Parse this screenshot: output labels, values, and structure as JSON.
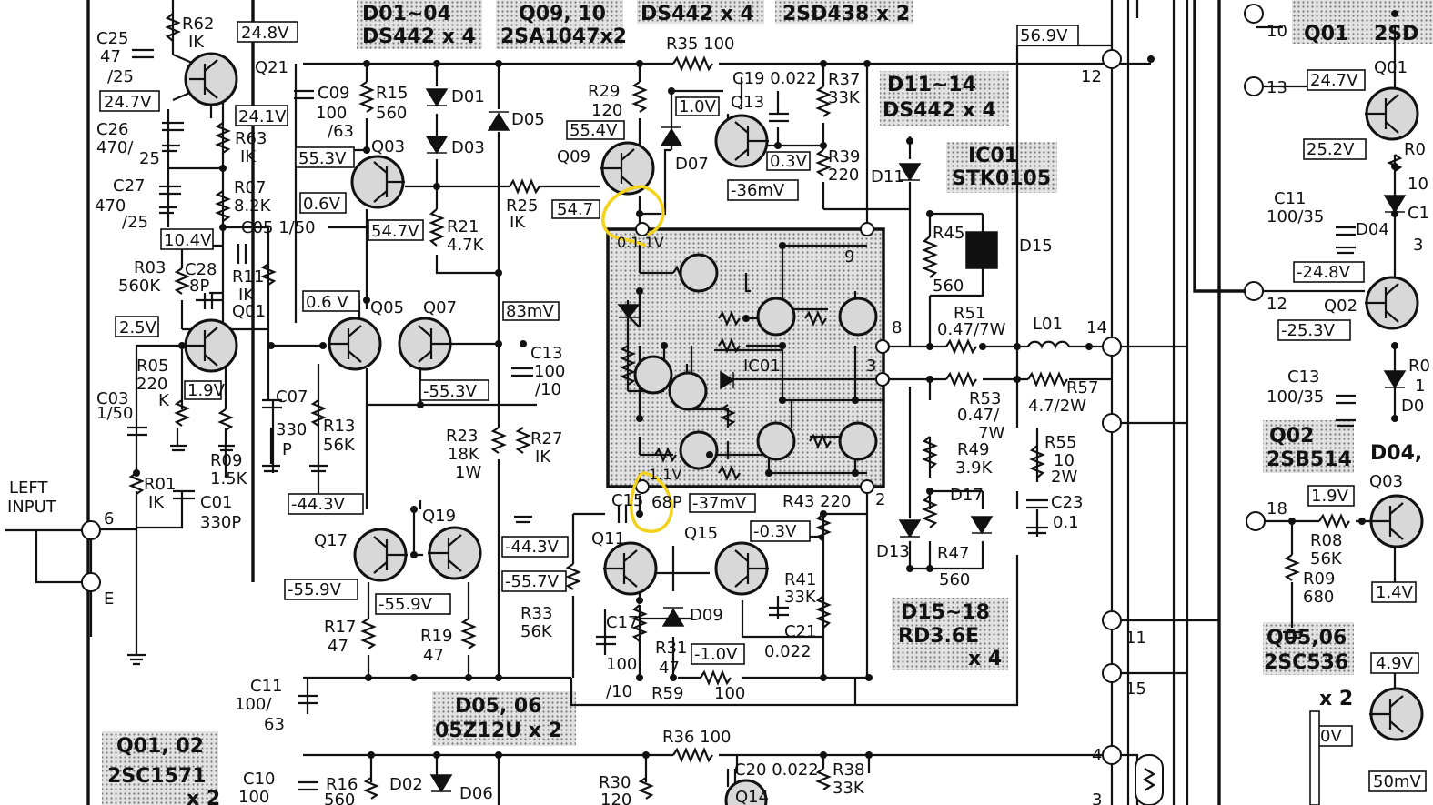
{
  "components": {
    "C25": "C25",
    "C25v": "47",
    "C25r": "/25",
    "R62": "R62",
    "R62v": "IK",
    "Q21": "Q21",
    "C26": "C26",
    "C26v": "470/",
    "C26r": "25",
    "R63": "R63",
    "R63v": "IK",
    "C27": "C27",
    "C27v": "470",
    "C27r": "/25",
    "R07": "R07",
    "R07v": "8.2K",
    "C05": "C05 1/50",
    "R03": "R03",
    "R03v": "560K",
    "C28": "C28",
    "C28v": "8P",
    "R11": "R11",
    "R11v": "IK",
    "Q01": "Q01",
    "R05": "R05",
    "R05v": "220",
    "R05r": "K",
    "C03": "C03",
    "C03v": "1/50",
    "R09": "R09",
    "R09v": "1.5K",
    "R01": "R01",
    "R01v": "IK",
    "C01": "C01",
    "C01v": "330P",
    "C09": "C09",
    "C09v": "100",
    "C09r": "/63",
    "R15": "R15",
    "R15v": "560",
    "D01": "D01",
    "D03": "D03",
    "D05": "D05",
    "Q03": "Q03",
    "R21": "R21",
    "R21v": "4.7K",
    "R25": "R25",
    "R25v": "IK",
    "Q05": "Q05",
    "Q07": "Q07",
    "C07": "C07",
    "C07v": "330",
    "C07r": "P",
    "R13": "R13",
    "R13v": "56K",
    "C13": "C13",
    "C13v": "100",
    "C13r": "/10",
    "R23": "R23",
    "R23v": "18K",
    "R23r": "1W",
    "R27": "R27",
    "R27v": "IK",
    "Q17": "Q17",
    "Q19": "Q19",
    "R17": "R17",
    "R17v": "47",
    "R19": "R19",
    "R19v": "47",
    "C11": "C11",
    "C11v": "100/",
    "C11r": "63",
    "R29": "R29",
    "R29v": "120",
    "Q09": "Q09",
    "R35": "R35 100",
    "C19": "C19 0.022",
    "Q13": "Q13",
    "D07": "D07",
    "R37": "R37",
    "R37v": "33K",
    "R39": "R39",
    "R39v": "220",
    "D11": "D11",
    "R45": "R45",
    "R45v": "560",
    "D15": "D15",
    "R51": "R51",
    "R51v": "0.47/7W",
    "L01": "L01",
    "R53": "R53",
    "R53v": "0.47/",
    "R53r": "7W",
    "R57": "R57",
    "R57v": "4.7/2W",
    "R49": "R49",
    "R49v": "3.9K",
    "R55": "R55",
    "R55v": "10",
    "R55r": "2W",
    "C23": "C23",
    "C23v": "0.1",
    "D13": "D13",
    "D17": "D17",
    "R47": "R47",
    "R47v": "560",
    "C15": "C15",
    "C15v": "68P",
    "Q11": "Q11",
    "Q15": "Q15",
    "R43": "R43 220",
    "R41": "R41",
    "R41v": "33K",
    "C21": "C21",
    "C21v": "0.022",
    "R33": "R33",
    "R33v": "56K",
    "C17": "C17",
    "C17v": "100",
    "C17r": "/10",
    "R31": "R31",
    "R31v": "47",
    "D09": "D09",
    "R59": "R59",
    "R59v": "100",
    "R36": "R36 100",
    "C20": "C20 0.022",
    "R38": "R38",
    "R38v": "33K",
    "R30": "R30",
    "R30v": "120",
    "Q14": "Q14",
    "C10": "C10",
    "C10v": "100",
    "R16": "R16",
    "R16v": "560",
    "D02": "D02",
    "D06": "D06",
    "IC01": "IC01",
    "E": "E"
  },
  "input_label": [
    "LEFT",
    "INPUT"
  ],
  "pins": {
    "p6": "6",
    "p12": "12",
    "p9": "9",
    "p8": "8",
    "p14": "14",
    "p3": "3",
    "p2": "2",
    "p11": "11",
    "p15": "15",
    "p4": "4",
    "p3b": "3"
  },
  "voltages": {
    "v248": "24.8V",
    "v247": "24.7V",
    "v241": "24.1V",
    "v104": "10.4V",
    "v25": "2.5V",
    "v19": "1.9V",
    "v553": "55.3V",
    "v06": "0.6V",
    "v547": "54.7V",
    "v06b": "0.6 V",
    "v83": "83mV",
    "vn553": "-55.3V",
    "v554": "55.4V",
    "v547b": "54.7",
    "v10": "1.0V",
    "v03": "0.3V",
    "vn36": "-36mV",
    "v569": "56.9V",
    "vn443": "-44.3V",
    "vn559": "-55.9V",
    "vn559b": "-55.9V",
    "vn443b": "-44.3V",
    "vn557": "-55.7V",
    "vn37": "-37mV",
    "vn03": "-0.3V",
    "vn10": "-1.0V",
    "ic_top": "0.1 1V",
    "ic_bot": "1.1V"
  },
  "shaded_labels": {
    "d0104a": "D01~04",
    "d0104b": "DS442 x 4",
    "q0910a": "Q09, 10",
    "q0910b": "2SA1047x2",
    "ds442": "DS442 x 4",
    "sd438": "2SD438 x 2",
    "d1114a": "D11~14",
    "d1114b": "DS442 x 4",
    "ic01a": "IC01",
    "ic01b": "STK0105",
    "d1518a": "D15~18",
    "d1518b": "RD3.6E",
    "d1518c": "x 4",
    "d0506a": "D05, 06",
    "d0506b": "05Z12U x 2",
    "q0102a": "Q01, 02",
    "q0102b": "2SC1571",
    "q0102c": "x 2"
  },
  "right_panel": {
    "p10": "10",
    "p13": "13",
    "p12": "12",
    "p18": "18",
    "q01a": "Q01",
    "q01b": "2SD",
    "q01c": "Q01",
    "v247": "24.7V",
    "v252": "25.2V",
    "vn248": "-24.8V",
    "vn253": "-25.3V",
    "c11": "C11",
    "c11v": "100/35",
    "d04": "D04",
    "r0": "R0",
    "r10": "10",
    "c1": "C1",
    "c3": "3",
    "q02": "Q02",
    "c13": "C13",
    "c13v": "100/35",
    "rr": "R0",
    "r1": "1",
    "d0": "D0",
    "q02a": "Q02",
    "q02b": "2SB514",
    "d04b": "D04,",
    "v19": "1.9V",
    "q03": "Q03",
    "r08": "R08",
    "r08v": "56K",
    "r09": "R09",
    "r09v": "680",
    "v14": "1.4V",
    "q0506a": "Q05,06",
    "q0506b": "2SC536",
    "v49": "4.9V",
    "x2": "x 2",
    "v0": "0V",
    "v50": "50mV"
  }
}
